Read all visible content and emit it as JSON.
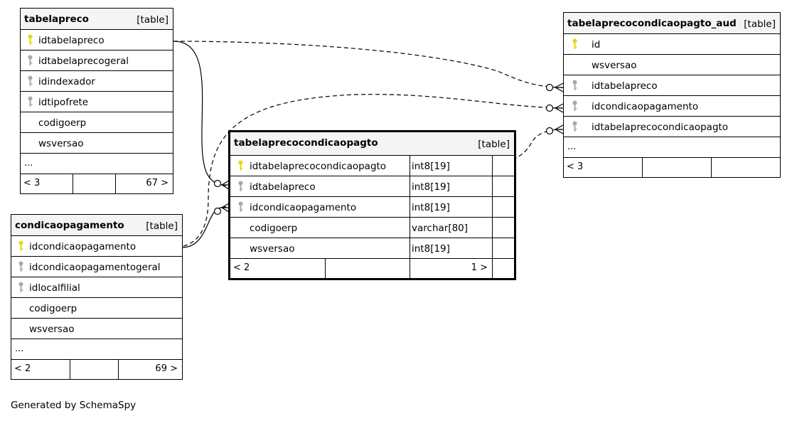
{
  "tables": {
    "tabelapreco": {
      "name": "tabelapreco",
      "tag": "[table]",
      "columns": [
        {
          "name": "idtabelapreco",
          "key": "primary"
        },
        {
          "name": "idtabelaprecogeral",
          "key": "index"
        },
        {
          "name": "idindexador",
          "key": "index"
        },
        {
          "name": "idtipofrete",
          "key": "index"
        },
        {
          "name": "codigoerp",
          "key": ""
        },
        {
          "name": "wsversao",
          "key": ""
        }
      ],
      "more": "...",
      "footer": {
        "parents": "< 3",
        "children": "67 >"
      }
    },
    "condicaopagamento": {
      "name": "condicaopagamento",
      "tag": "[table]",
      "columns": [
        {
          "name": "idcondicaopagamento",
          "key": "primary"
        },
        {
          "name": "idcondicaopagamentogeral",
          "key": "index"
        },
        {
          "name": "idlocalfilial",
          "key": "index"
        },
        {
          "name": "codigoerp",
          "key": ""
        },
        {
          "name": "wsversao",
          "key": ""
        }
      ],
      "more": "...",
      "footer": {
        "parents": "< 2",
        "children": "69 >"
      }
    },
    "tabelaprecocondicaopagto": {
      "name": "tabelaprecocondicaopagto",
      "tag": "[table]",
      "columns": [
        {
          "name": "idtabelaprecocondicaopagto",
          "type": "int8[19]",
          "key": "primary"
        },
        {
          "name": "idtabelapreco",
          "type": "int8[19]",
          "key": "index"
        },
        {
          "name": "idcondicaopagamento",
          "type": "int8[19]",
          "key": "index"
        },
        {
          "name": "codigoerp",
          "type": "varchar[80]",
          "key": ""
        },
        {
          "name": "wsversao",
          "type": "int8[19]",
          "key": ""
        }
      ],
      "footer": {
        "parents": "< 2",
        "children": "1 >"
      }
    },
    "tabelaprecocondicaopagto_aud": {
      "name": "tabelaprecocondicaopagto_aud",
      "tag": "[table]",
      "columns": [
        {
          "name": "id",
          "key": "primary"
        },
        {
          "name": "wsversao",
          "key": ""
        },
        {
          "name": "idtabelapreco",
          "key": "index"
        },
        {
          "name": "idcondicaopagamento",
          "key": "index"
        },
        {
          "name": "idtabelaprecocondicaopagto",
          "key": "index"
        }
      ],
      "more": "...",
      "footer": {
        "parents": "< 3",
        "children": ""
      }
    }
  },
  "colors": {
    "primary_key": "#e5d800",
    "index_key": "#a8a8a8",
    "line": "#000000"
  },
  "credit": "Generated by SchemaSpy"
}
